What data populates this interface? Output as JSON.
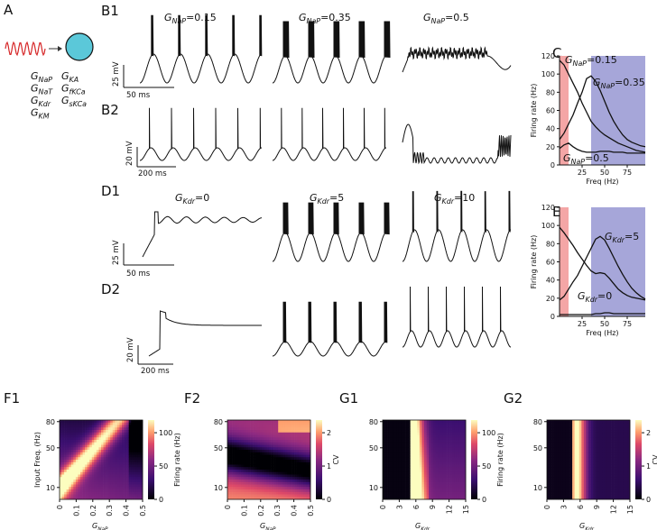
{
  "panels": {
    "A": "A",
    "B1": "B1",
    "B2": "B2",
    "C": "C",
    "D1": "D1",
    "D2": "D2",
    "E": "E",
    "F1": "F1",
    "F2": "F2",
    "G1": "G1",
    "G2": "G2"
  },
  "schematic": {
    "conductances_col1": [
      "G_NaP",
      "G_NaT",
      "G_Kdr",
      "G_KM"
    ],
    "conductances_col2": [
      "G_KA",
      "G_fKCa",
      "G_sKCa"
    ],
    "sine_color": "#d62728",
    "cell_color": "#5bc8d9"
  },
  "row_B1": {
    "titles": [
      "=0.15",
      "=0.35",
      "=0.5"
    ],
    "title_var": "G",
    "title_sub": "NaP",
    "scalebar_v": "25 mV",
    "scalebar_h": "50 ms"
  },
  "row_B2": {
    "scalebar_v": "20 mV",
    "scalebar_h": "200 ms"
  },
  "row_D1": {
    "titles": [
      "=0",
      "=5",
      "=10"
    ],
    "title_var": "G",
    "title_sub": "Kdr",
    "scalebar_v": "25 mV",
    "scalebar_h": "50 ms"
  },
  "row_D2": {
    "scalebar_v": "20 mV",
    "scalebar_h": "200 ms"
  },
  "panel_C": {
    "annotations": [
      {
        "var": "G",
        "sub": "NaP",
        "text": "=0.15"
      },
      {
        "var": "G",
        "sub": "NaP",
        "text": "=0.35"
      },
      {
        "var": "G",
        "sub": "NaP",
        "text": "=0.5"
      }
    ]
  },
  "panel_E": {
    "annotations": [
      {
        "var": "G",
        "sub": "Kdr",
        "text": "=5"
      },
      {
        "var": "G",
        "sub": "Kdr",
        "text": "=0"
      }
    ]
  },
  "chart_data": [
    {
      "type": "line",
      "panel": "C",
      "xlabel": "Freq (Hz)",
      "ylabel": "Firing rate (Hz)",
      "xlim": [
        0,
        95
      ],
      "ylim": [
        0,
        120
      ],
      "xticks": [
        25,
        50,
        75
      ],
      "yticks": [
        0,
        20,
        40,
        60,
        80,
        100,
        120
      ],
      "shaded_bands": [
        {
          "x": [
            0,
            10
          ],
          "color": "#f4a6a6"
        },
        {
          "x": [
            35,
            95
          ],
          "color": "#a6a6d9"
        }
      ],
      "series": [
        {
          "x": [
            0,
            5,
            10,
            15,
            20,
            25,
            30,
            35,
            40,
            45,
            50,
            55,
            60,
            65,
            70,
            75,
            80,
            85,
            90,
            95
          ],
          "values": [
            115,
            110,
            100,
            90,
            80,
            68,
            58,
            48,
            42,
            37,
            33,
            30,
            27,
            24,
            22,
            20,
            18,
            16,
            15,
            14
          ]
        },
        {
          "x": [
            0,
            5,
            10,
            15,
            20,
            25,
            30,
            35,
            40,
            45,
            50,
            55,
            60,
            65,
            70,
            75,
            80,
            85,
            90,
            95
          ],
          "values": [
            28,
            35,
            45,
            55,
            68,
            80,
            95,
            98,
            92,
            82,
            70,
            58,
            48,
            40,
            33,
            28,
            25,
            23,
            21,
            20
          ]
        },
        {
          "x": [
            0,
            5,
            10,
            15,
            20,
            25,
            30,
            35,
            40,
            45,
            50,
            55,
            60,
            65,
            70,
            75,
            80,
            85,
            90,
            95
          ],
          "values": [
            18,
            22,
            24,
            20,
            17,
            15,
            14,
            14,
            14,
            15,
            15,
            15,
            14,
            14,
            14,
            13,
            13,
            13,
            13,
            13
          ]
        }
      ]
    },
    {
      "type": "line",
      "panel": "E",
      "xlabel": "Freq (Hz)",
      "ylabel": "Firing rate (Hz)",
      "xlim": [
        0,
        95
      ],
      "ylim": [
        0,
        120
      ],
      "xticks": [
        25,
        50,
        75
      ],
      "yticks": [
        0,
        20,
        40,
        60,
        80,
        100,
        120
      ],
      "shaded_bands": [
        {
          "x": [
            0,
            10
          ],
          "color": "#f4a6a6"
        },
        {
          "x": [
            35,
            95
          ],
          "color": "#a6a6d9"
        }
      ],
      "series": [
        {
          "x": [
            0,
            5,
            10,
            15,
            20,
            25,
            30,
            35,
            40,
            45,
            50,
            55,
            60,
            65,
            70,
            75,
            80,
            85,
            90,
            95
          ],
          "values": [
            98,
            92,
            85,
            78,
            70,
            63,
            56,
            50,
            47,
            48,
            47,
            42,
            36,
            30,
            26,
            23,
            21,
            20,
            19,
            18
          ]
        },
        {
          "x": [
            0,
            5,
            10,
            15,
            20,
            25,
            30,
            35,
            40,
            45,
            50,
            55,
            60,
            65,
            70,
            75,
            80,
            85,
            90,
            95
          ],
          "values": [
            18,
            22,
            30,
            38,
            45,
            55,
            65,
            75,
            85,
            88,
            84,
            75,
            65,
            55,
            46,
            38,
            31,
            26,
            22,
            19
          ]
        },
        {
          "x": [
            0,
            5,
            10,
            15,
            20,
            25,
            30,
            35,
            40,
            45,
            50,
            55,
            60,
            65,
            70,
            75,
            80,
            85,
            90,
            95
          ],
          "values": [
            2,
            2,
            2,
            2,
            2,
            2,
            2,
            2,
            3,
            3,
            4,
            4,
            3,
            3,
            3,
            3,
            3,
            3,
            3,
            3
          ]
        }
      ]
    },
    {
      "type": "heatmap",
      "panel": "F1",
      "xlabel": "G_NaP",
      "ylabel": "Input Freq. (Hz)",
      "xticks": [
        "0",
        "0.1",
        "0.2",
        "0.3",
        "0.4",
        "0.5"
      ],
      "yticks": [
        "10",
        "50",
        "80"
      ],
      "colorbar_label": "Firing rate (Hz)",
      "colorbar_ticks": [
        "0",
        "50",
        "100"
      ]
    },
    {
      "type": "heatmap",
      "panel": "F2",
      "xlabel": "G_NaP",
      "xticks": [
        "0",
        "0.1",
        "0.2",
        "0.3",
        "0.4",
        "0.5"
      ],
      "yticks": [
        "10",
        "50",
        "80"
      ],
      "colorbar_label": "CV",
      "colorbar_ticks": [
        "0",
        "1",
        "2"
      ]
    },
    {
      "type": "heatmap",
      "panel": "G1",
      "xlabel": "G_Kdr",
      "xticks": [
        "0",
        "3",
        "6",
        "9",
        "12",
        "15"
      ],
      "yticks": [
        "10",
        "50",
        "80"
      ],
      "colorbar_label": "Firing rate (Hz)",
      "colorbar_ticks": [
        "0",
        "50",
        "100"
      ]
    },
    {
      "type": "heatmap",
      "panel": "G2",
      "xlabel": "G_Kdr",
      "xticks": [
        "0",
        "3",
        "6",
        "9",
        "12",
        "15"
      ],
      "yticks": [
        "10",
        "50",
        "80"
      ],
      "colorbar_label": "CV",
      "colorbar_ticks": [
        "0",
        "1",
        "2"
      ]
    }
  ]
}
